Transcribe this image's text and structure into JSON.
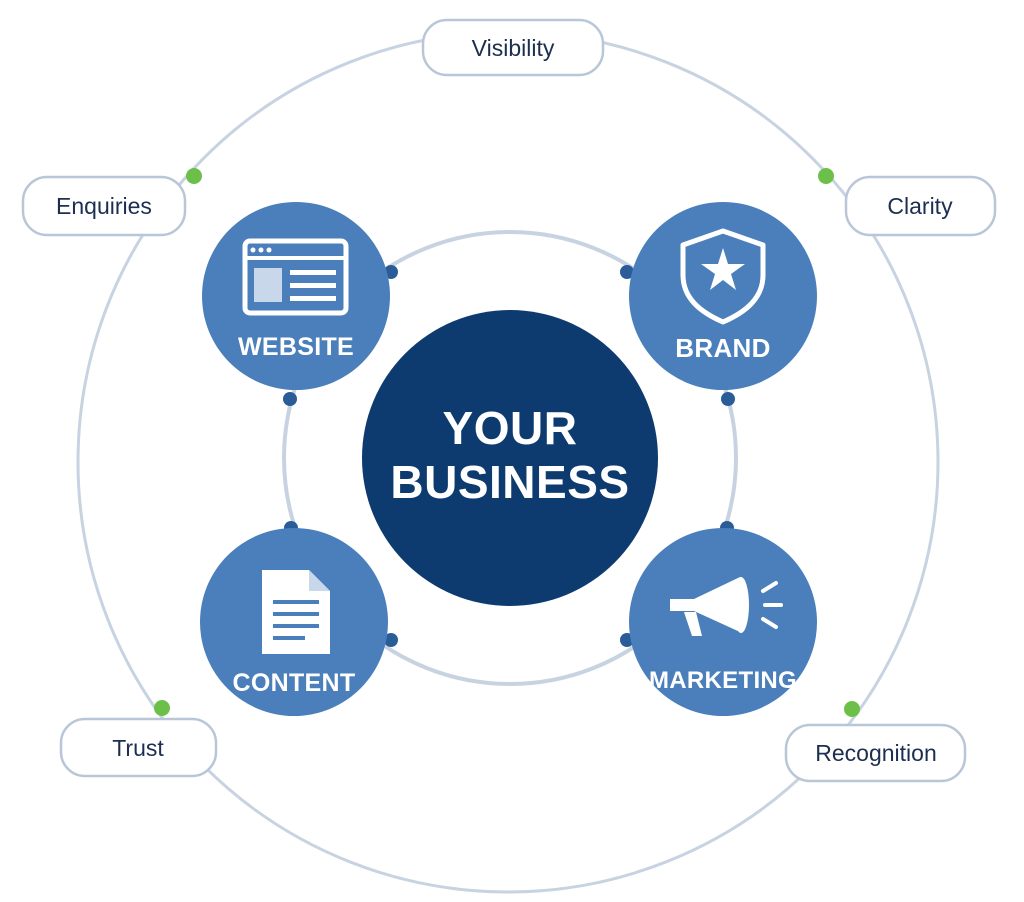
{
  "center": {
    "line1": "YOUR",
    "line2": "BUSINESS"
  },
  "nodes": [
    {
      "id": "website",
      "label": "WEBSITE",
      "icon": "browser-window-icon"
    },
    {
      "id": "brand",
      "label": "BRAND",
      "icon": "shield-star-icon"
    },
    {
      "id": "content",
      "label": "CONTENT",
      "icon": "document-icon"
    },
    {
      "id": "marketing",
      "label": "MARKETING",
      "icon": "megaphone-icon"
    }
  ],
  "outcomes": [
    {
      "id": "visibility",
      "label": "Visibility"
    },
    {
      "id": "enquiries",
      "label": "Enquiries"
    },
    {
      "id": "clarity",
      "label": "Clarity"
    },
    {
      "id": "trust",
      "label": "Trust"
    },
    {
      "id": "recognition",
      "label": "Recognition"
    }
  ],
  "colors": {
    "center_fill": "#0d3b70",
    "node_fill": "#4b7fbb",
    "ring_stroke": "#c8d3e2",
    "connector_dot": "#2a5c98",
    "outcome_dot": "#6cc04a",
    "pill_border": "#b9c6d8",
    "icon_fill": "#ffffff"
  }
}
